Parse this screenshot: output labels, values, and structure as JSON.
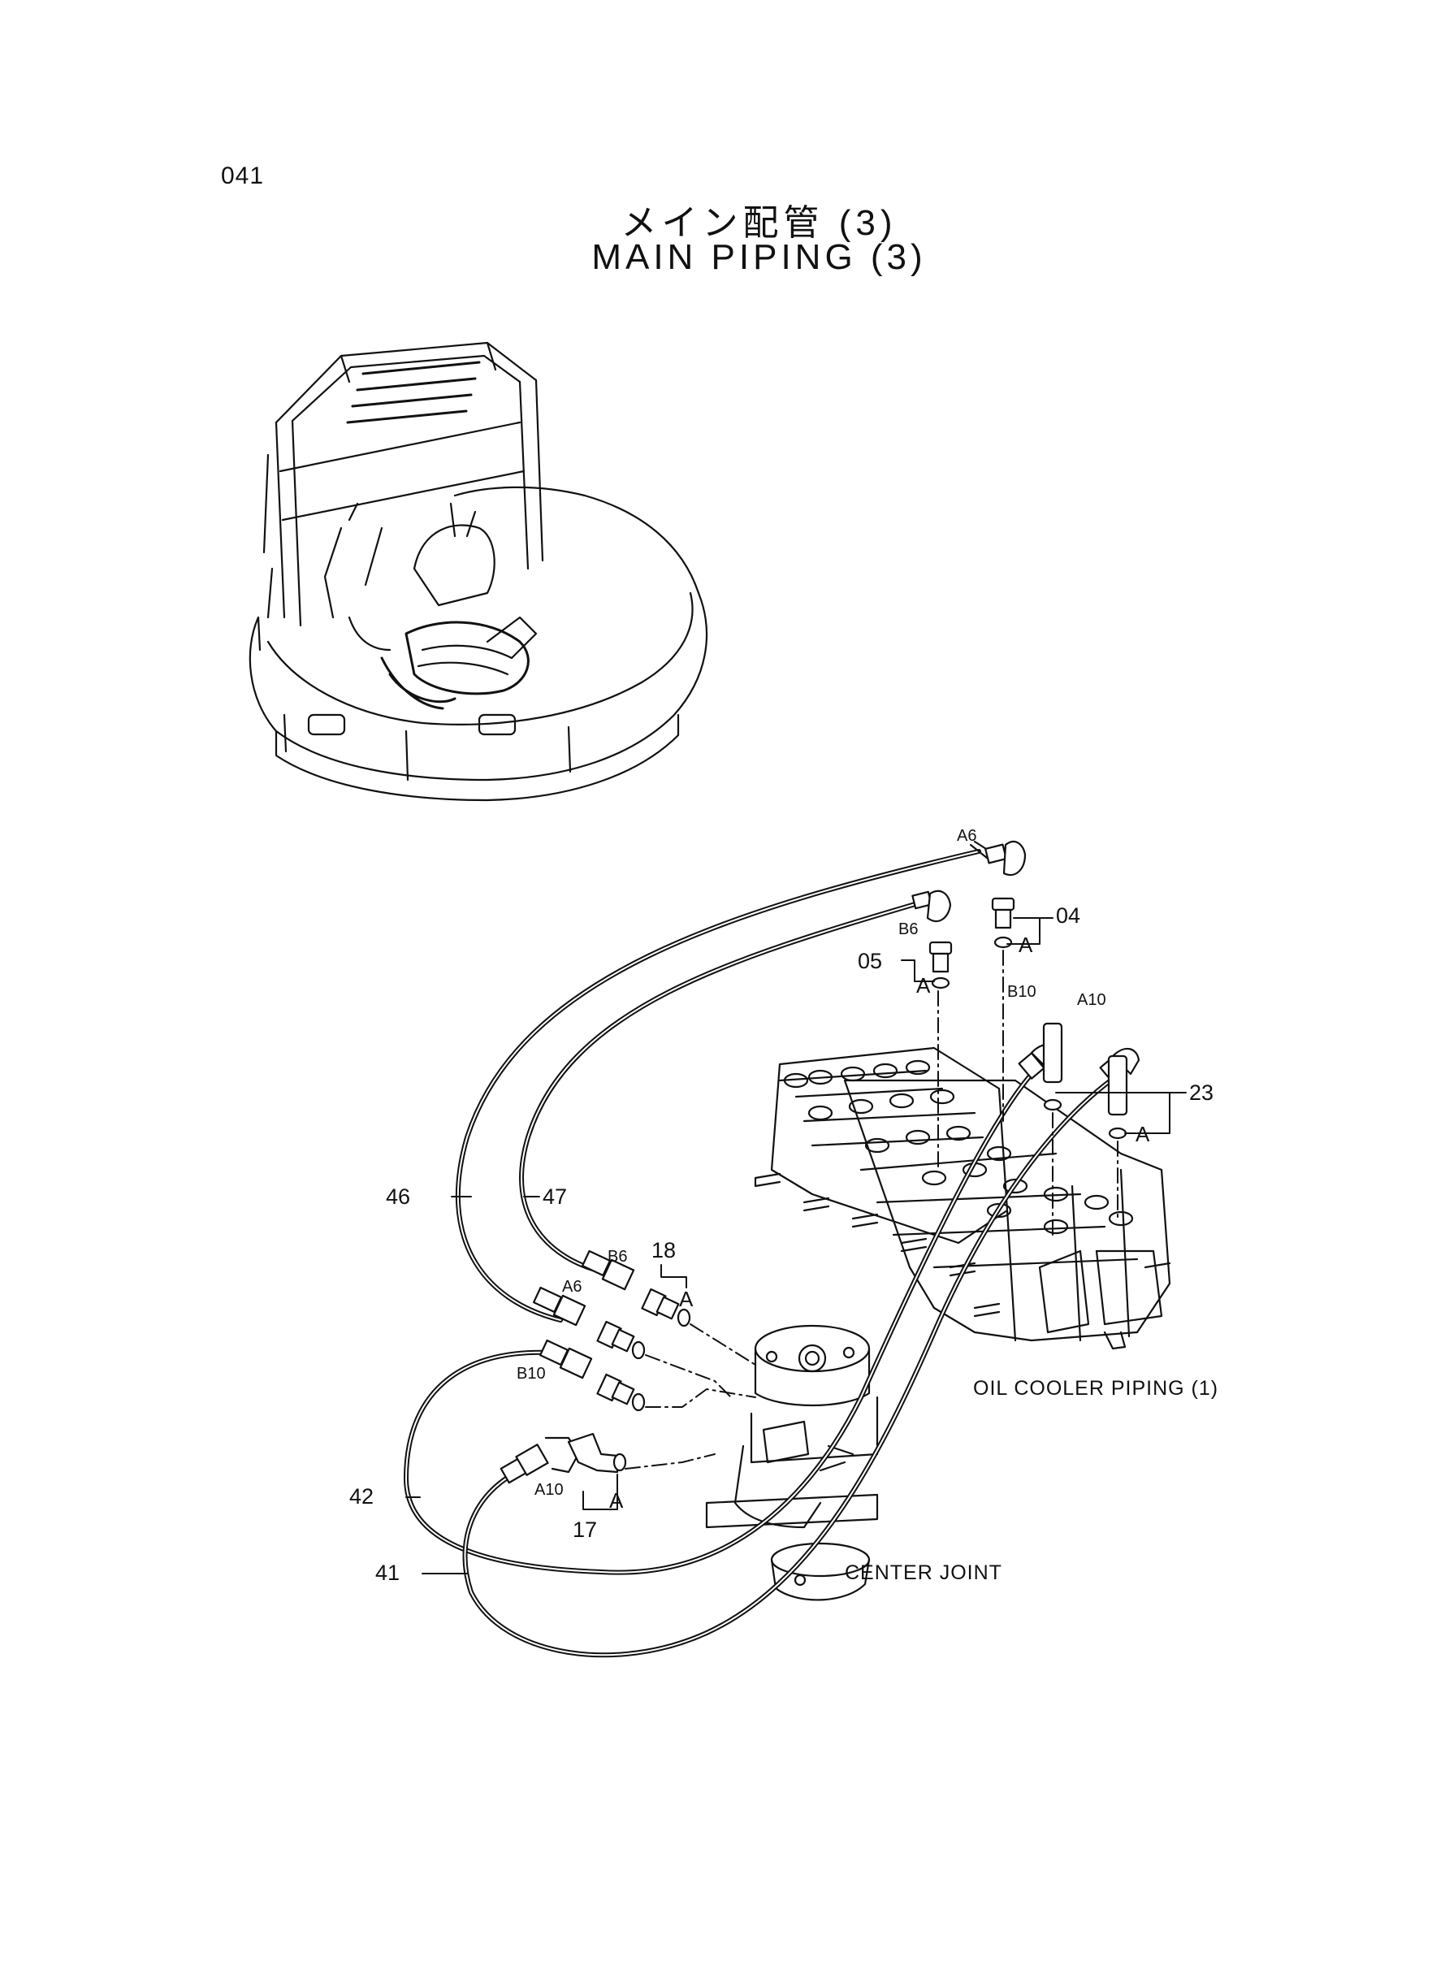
{
  "page": {
    "number": "041"
  },
  "title": {
    "ja": "メイン配管 (3)",
    "en": "MAIN PIPING (3)"
  },
  "ports": {
    "a6_top": "A6",
    "b6_top": "B6",
    "b10_top": "B10",
    "a10_top": "A10",
    "b6_joint": "B6",
    "a6_joint": "A6",
    "b10_joint": "B10",
    "a10_joint": "A10"
  },
  "callouts": {
    "p04": "04",
    "p05": "05",
    "p23": "23",
    "p46": "46",
    "p47": "47",
    "p18": "18",
    "p42": "42",
    "p41": "41",
    "p17": "17"
  },
  "kit_marks": {
    "a1": "A",
    "a2": "A",
    "a3": "A",
    "a4": "A",
    "a5": "A"
  },
  "notes": {
    "oil_cooler": "OIL COOLER PIPING (1)",
    "center_joint": "CENTER JOINT"
  }
}
